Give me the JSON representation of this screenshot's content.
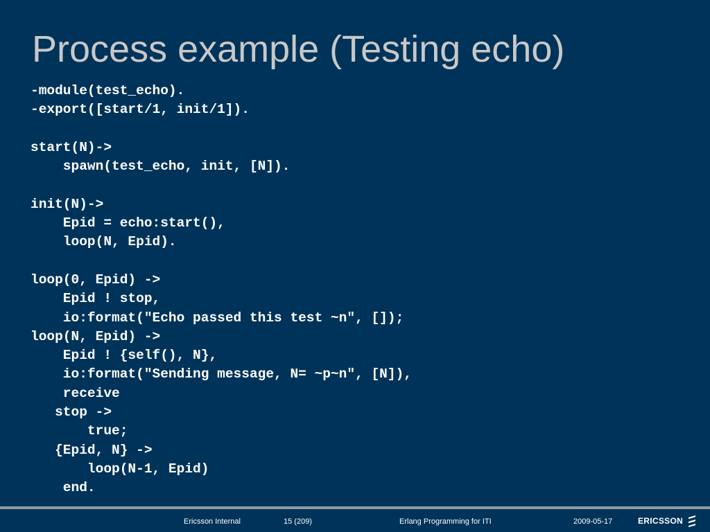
{
  "slide": {
    "title": "Process example (Testing echo)"
  },
  "code": {
    "lines": [
      "-module(test_echo).",
      "-export([start/1, init/1]).",
      "",
      "start(N)->",
      "    spawn(test_echo, init, [N]).",
      "",
      "init(N)->",
      "    Epid = echo:start(),",
      "    loop(N, Epid).",
      "",
      "loop(0, Epid) ->",
      "    Epid ! stop,",
      "    io:format(\"Echo passed this test ~n\", []);",
      "loop(N, Epid) ->",
      "    Epid ! {self(), N},",
      "    io:format(\"Sending message, N= ~p~n\", [N]),",
      "    receive",
      "   stop ->",
      "       true;",
      "   {Epid, N} ->",
      "       loop(N-1, Epid)",
      "    end."
    ]
  },
  "footer": {
    "classification": "Ericsson Internal",
    "page": "15 (209)",
    "title": "Erlang Programming for ITI",
    "date": "2009-05-17",
    "logo_text": "ERICSSON",
    "logo_icon": "ericsson-logo-icon"
  },
  "colors": {
    "background": "#003359",
    "title": "#c8c8c8",
    "code_text": "#ffffff",
    "divider": "#8e9aa5"
  }
}
